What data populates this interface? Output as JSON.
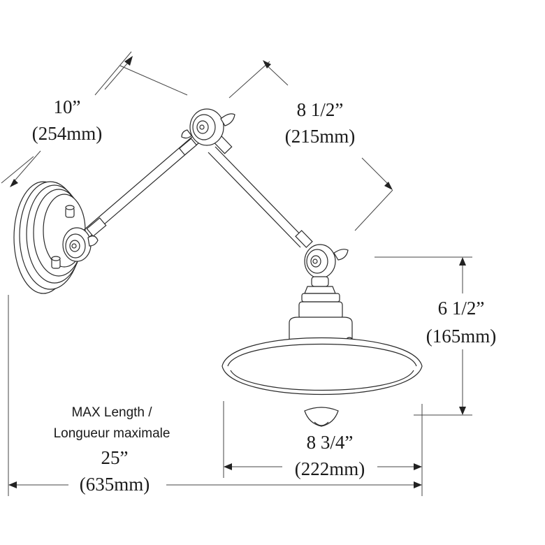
{
  "dimensions": {
    "upper_arm": {
      "imperial": "10”",
      "metric": "(254mm)"
    },
    "lower_arm": {
      "imperial": "8 1/2”",
      "metric": "(215mm)"
    },
    "shade_height": {
      "imperial": "6 1/2”",
      "metric": "(165mm)"
    },
    "shade_width": {
      "imperial": "8 3/4”",
      "metric": "(222mm)"
    },
    "max_length": {
      "label_line1": "MAX Length /",
      "label_line2": "Longueur maximale",
      "imperial": "25”",
      "metric": "(635mm)"
    }
  }
}
